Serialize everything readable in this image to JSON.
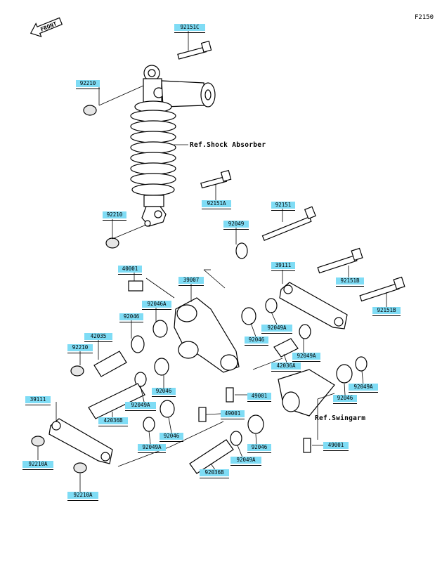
{
  "figure_code": "F2150",
  "front_badge": "FRONT",
  "refs": {
    "shock": "Ref.Shock Absorber",
    "swingarm": "Ref.Swingarm"
  },
  "labels": {
    "l_92151C": "92151C",
    "l_92210_a": "92210",
    "l_92151A": "92151A",
    "l_92210_b": "92210",
    "l_92151": "92151",
    "l_92049": "92049",
    "l_39111_a": "39111",
    "l_40001": "40001",
    "l_39007": "39007",
    "l_92151B_a": "92151B",
    "l_92046A": "92046A",
    "l_92049A_a": "92049A",
    "l_92151B_b": "92151B",
    "l_92046_a": "92046",
    "l_42035": "42035",
    "l_92046_b": "92046",
    "l_92049A_b": "92049A",
    "l_92210_c": "92210",
    "l_42036A": "42036A",
    "l_92049A_c": "92049A",
    "l_92046_c": "92046",
    "l_49001_a": "49001",
    "l_92046_d": "92046",
    "l_39111_b": "39111",
    "l_92049A_d": "92049A",
    "l_49001_b": "49001",
    "l_42036B": "42036B",
    "l_92046_e": "92046",
    "l_92049A_e": "92049A",
    "l_49001_c": "49001",
    "l_92046_f": "92046",
    "l_92210A": "92210A",
    "l_92049A_f": "92049A",
    "l_92036B": "92036B",
    "l_92210A_b": "92210A"
  }
}
